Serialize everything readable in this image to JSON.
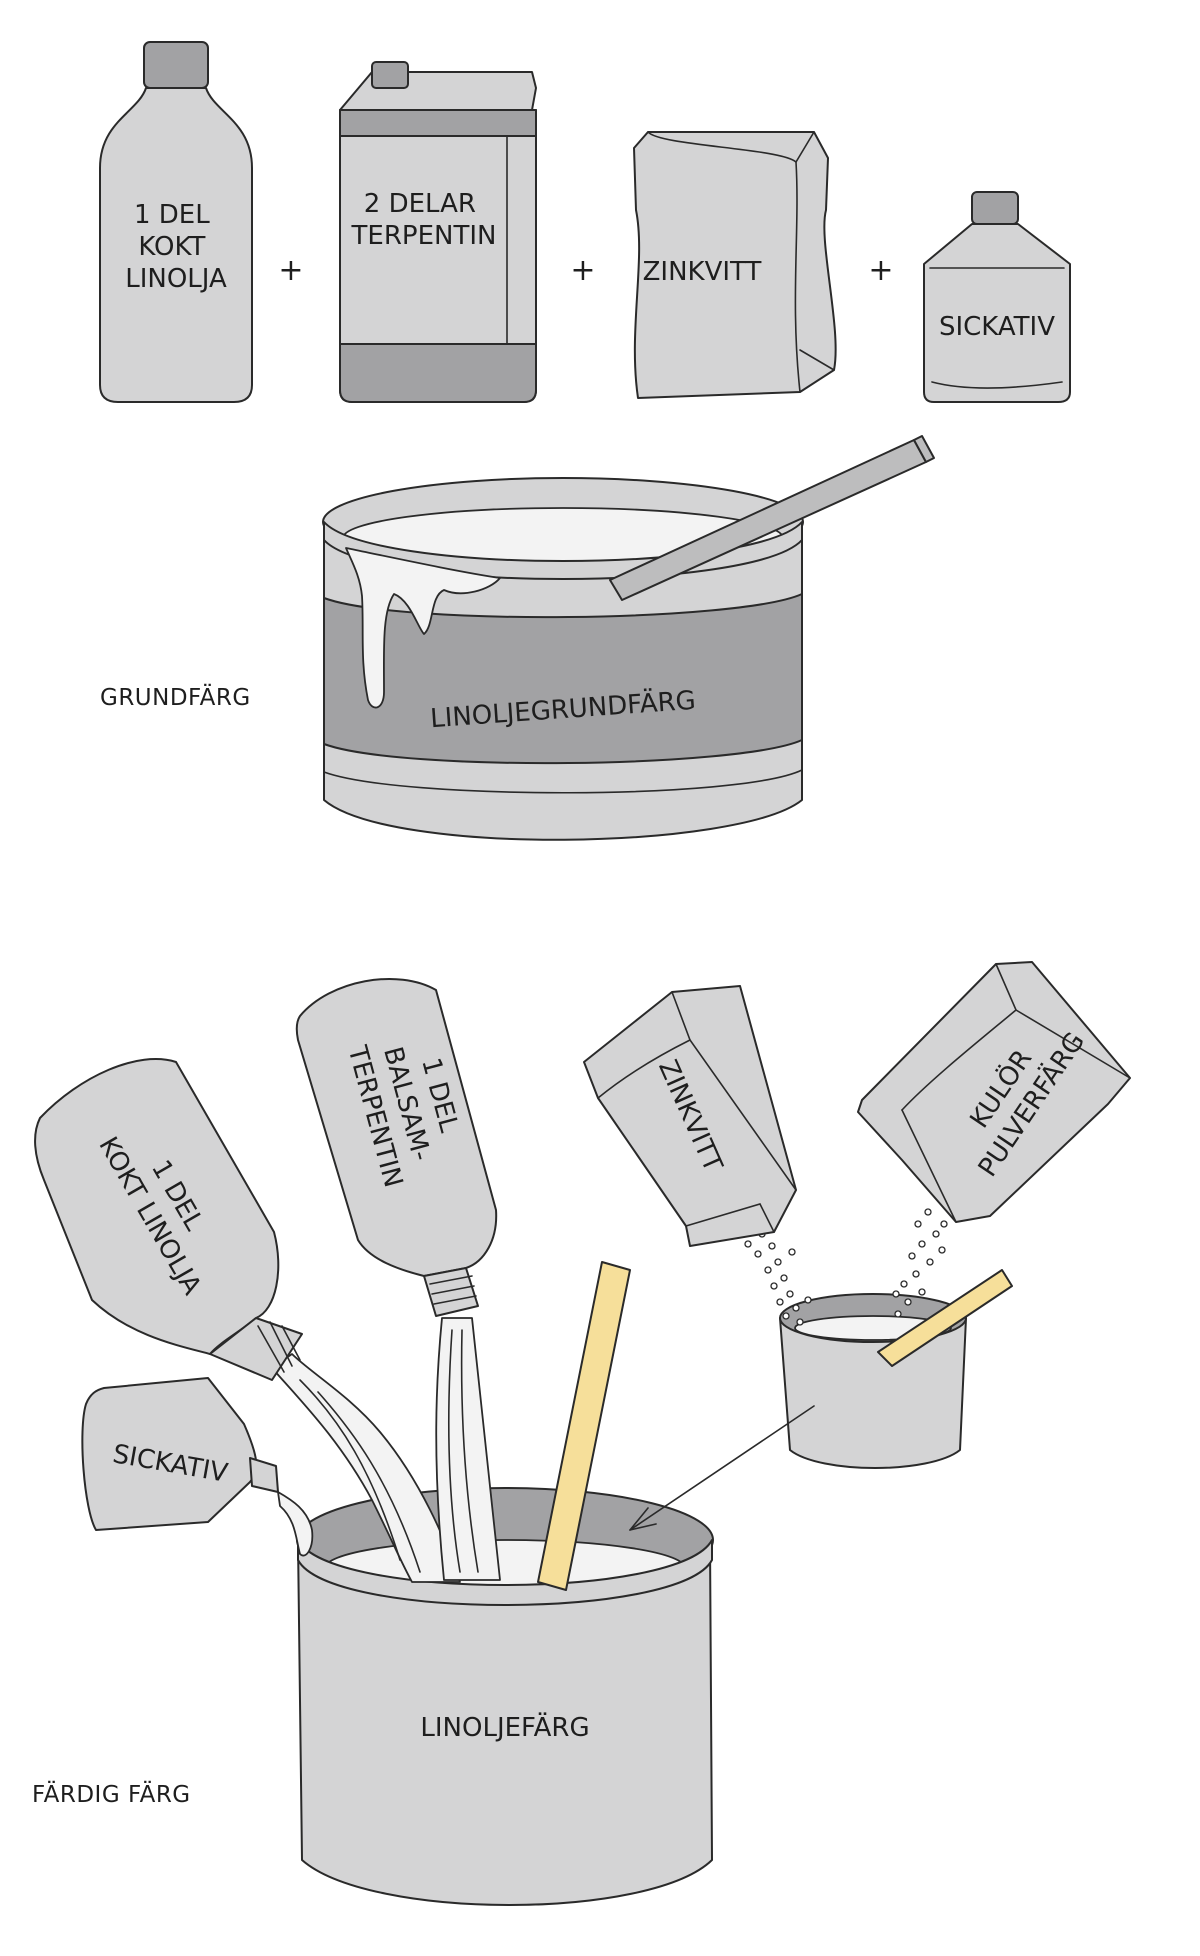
{
  "ingredients": {
    "linseed_oil": [
      "1 DEL",
      "KOKT",
      "LINOLJA"
    ],
    "turpentine": [
      "2 DELAR",
      "TERPENTIN"
    ],
    "zinc_white": "ZINKVITT",
    "siccative": "SICKATIV",
    "plus": "+"
  },
  "primer": {
    "section_label": "GRUNDFÄRG",
    "can_label": "LINOLJEGRUNDFÄRG"
  },
  "finished": {
    "section_label": "FÄRDIG FÄRG",
    "linseed_oil": [
      "1 DEL",
      "KOKT LINOLJA"
    ],
    "balsam_turpentine": [
      "1 DEL",
      "BALSAM-",
      "TERPENTIN"
    ],
    "zinc_white": "ZINKVITT",
    "pigment": [
      "KULÖR",
      "PULVERFÄRG"
    ],
    "siccative": "SICKATIV",
    "pot_label": "LINOLJEFÄRG"
  },
  "colors": {
    "light_gray": "#d4d4d5",
    "dark_band": "#a2a2a4",
    "wood": "#f6df9a",
    "outline": "#2a2a2a"
  }
}
